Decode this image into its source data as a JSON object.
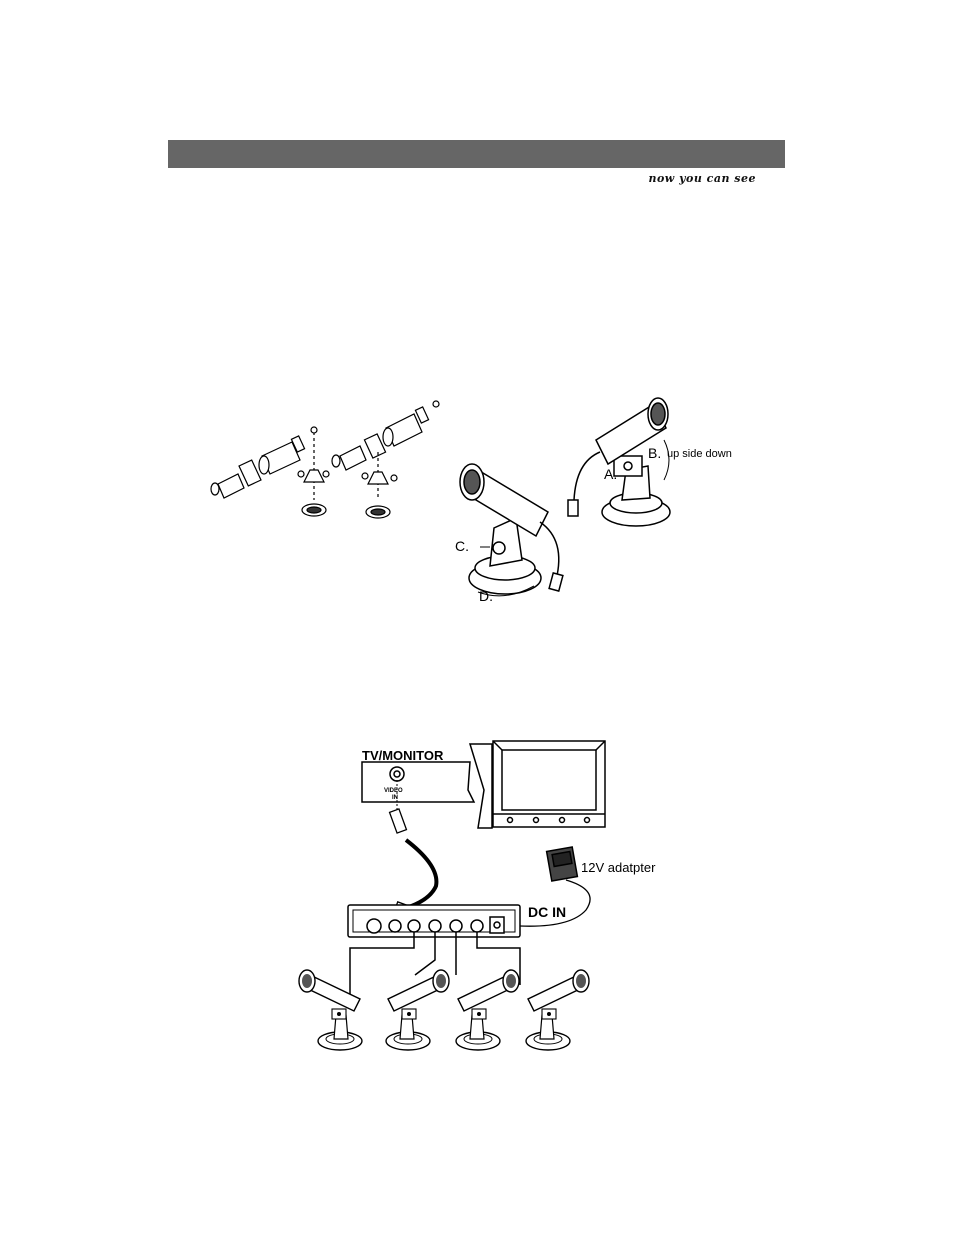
{
  "header": {
    "tagline": "now you can see"
  },
  "mounting_figure": {
    "labels": {
      "a": "A.",
      "b": "B.",
      "c": "C.",
      "d": "D.",
      "orientation_note": "up side down"
    }
  },
  "connection_figure": {
    "tv_label": "TV/MONITOR",
    "video_in_line1": "VIDEO",
    "video_in_line2": "IN",
    "adapter_label": "12V adatpter",
    "dc_in_label": "DC IN"
  }
}
